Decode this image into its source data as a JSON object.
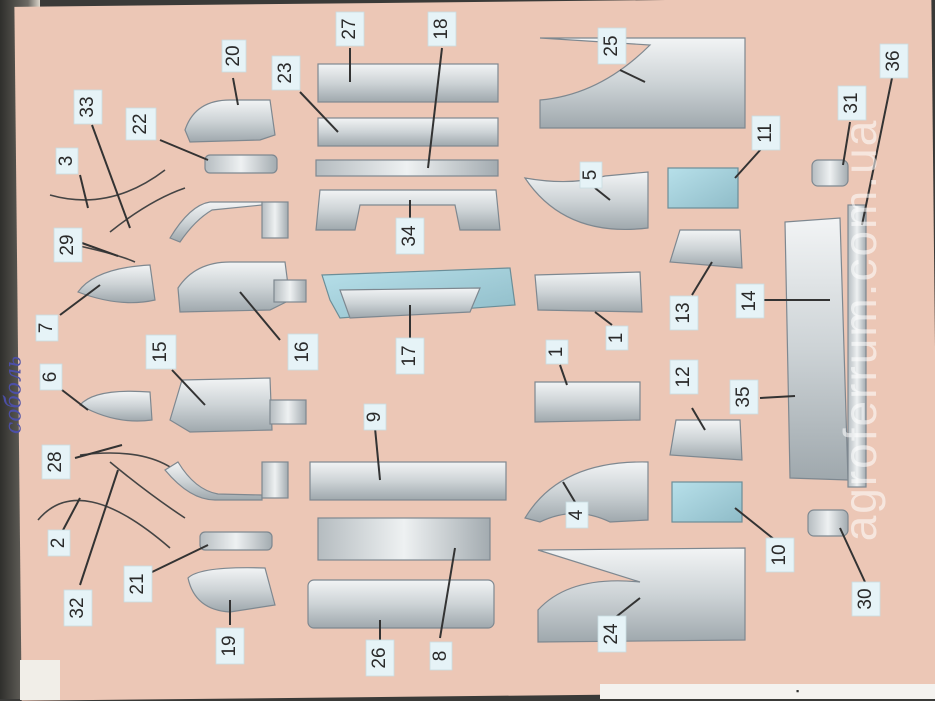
{
  "handwritten_note": "соболь",
  "watermark": "agroferrum.com.ua",
  "colors": {
    "sheet": "#ecc7b6",
    "label_box": "#e6f3f7",
    "ink": "#2a2a2a",
    "handwriting": "#4c4fa6"
  },
  "callouts": {
    "n1a": "1",
    "n1b": "1",
    "n2": "2",
    "n3": "3",
    "n4": "4",
    "n5": "5",
    "n6": "6",
    "n7": "7",
    "n8": "8",
    "n9": "9",
    "n10": "10",
    "n11": "11",
    "n12": "12",
    "n13": "13",
    "n14": "14",
    "n15": "15",
    "n16": "16",
    "n17": "17",
    "n18": "18",
    "n19": "19",
    "n20": "20",
    "n21": "21",
    "n22": "22",
    "n23": "23",
    "n24": "24",
    "n25": "25",
    "n26": "26",
    "n27": "27",
    "n28": "28",
    "n29": "29",
    "n30": "30",
    "n31": "31",
    "n32": "32",
    "n33": "33",
    "n34": "34",
    "n35": "35",
    "n36": "36"
  }
}
